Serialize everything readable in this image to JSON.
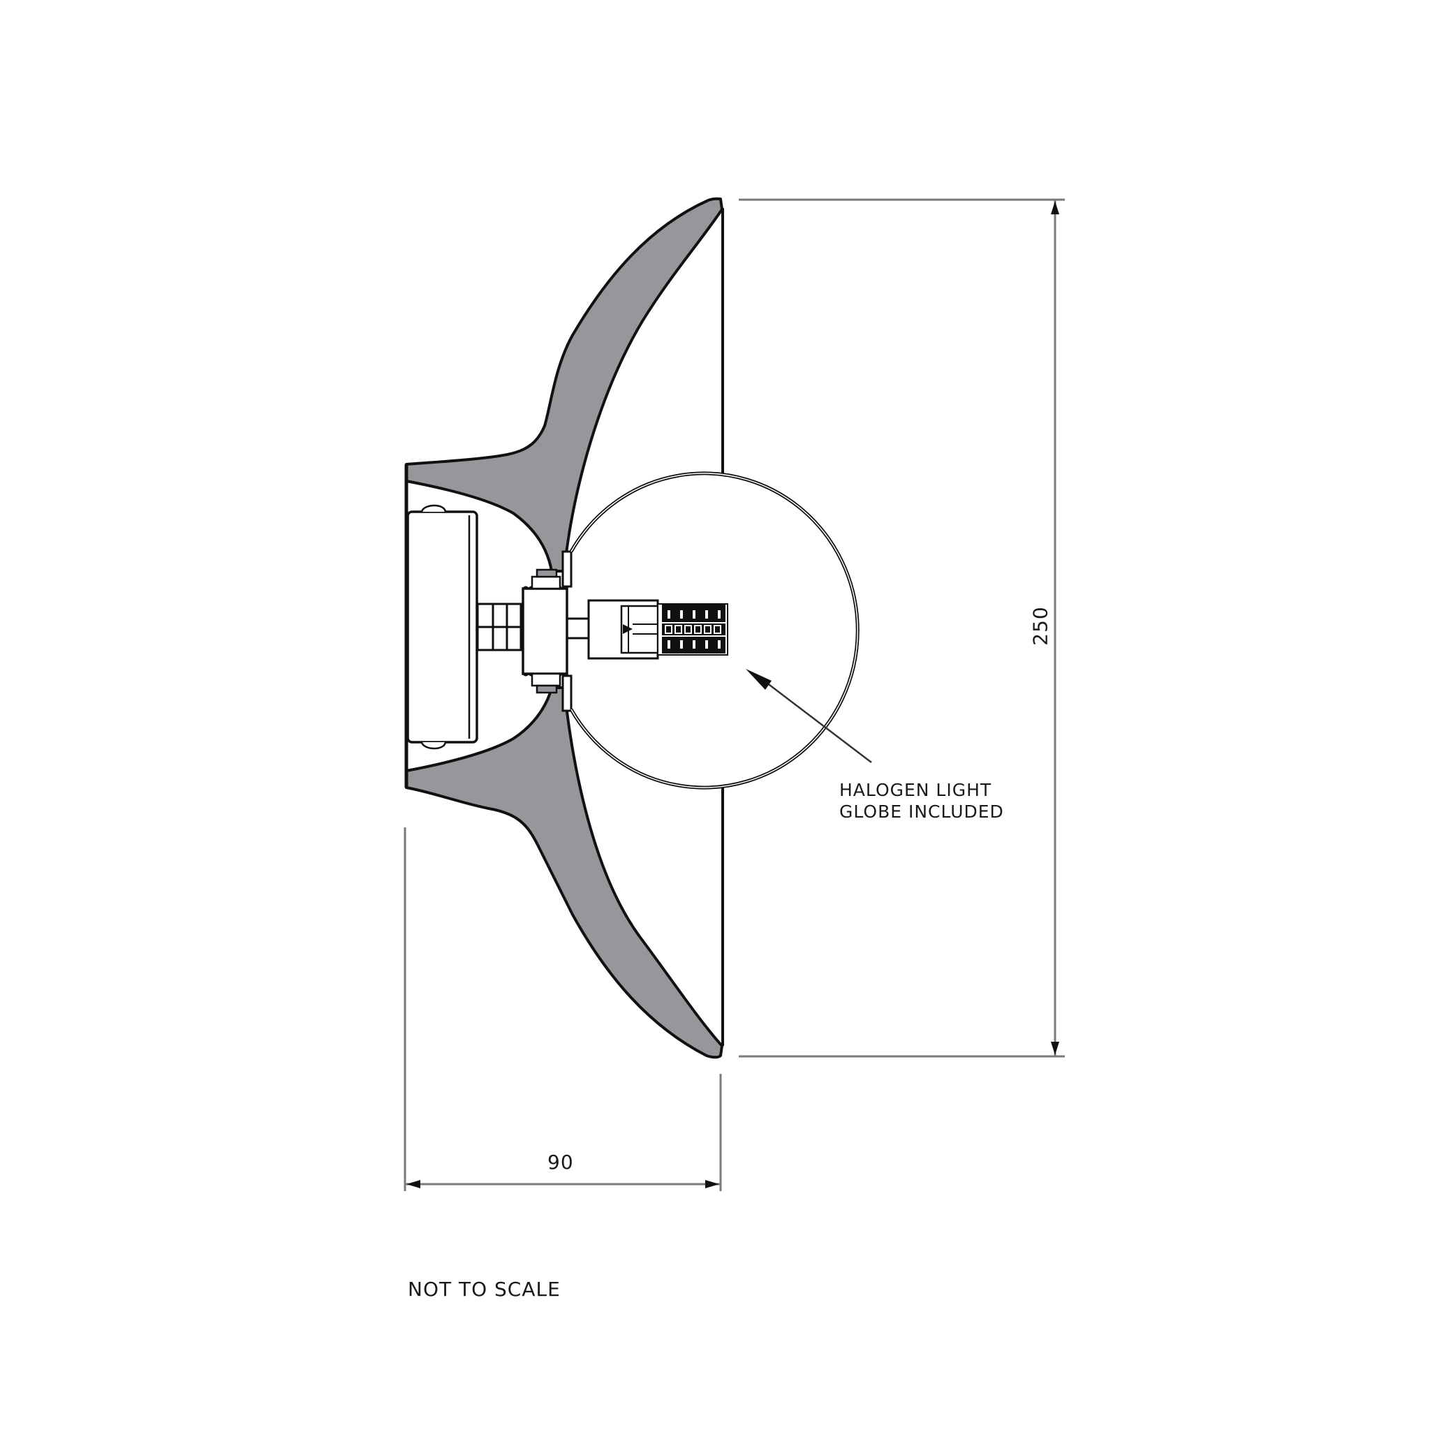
{
  "drawing": {
    "subject": "Wall light side elevation with halogen globe",
    "colors": {
      "shade_fill": "#97979b",
      "outline": "#111111",
      "dimension_line": "#7a7a7a",
      "globe_element": "#111111",
      "background": "#ffffff"
    }
  },
  "annotations": {
    "globe_callout_line1": "HALOGEN LIGHT",
    "globe_callout_line2": "GLOBE INCLUDED",
    "scale_note": "NOT TO SCALE"
  },
  "dimensions": {
    "height_value": "250",
    "depth_value": "90"
  }
}
